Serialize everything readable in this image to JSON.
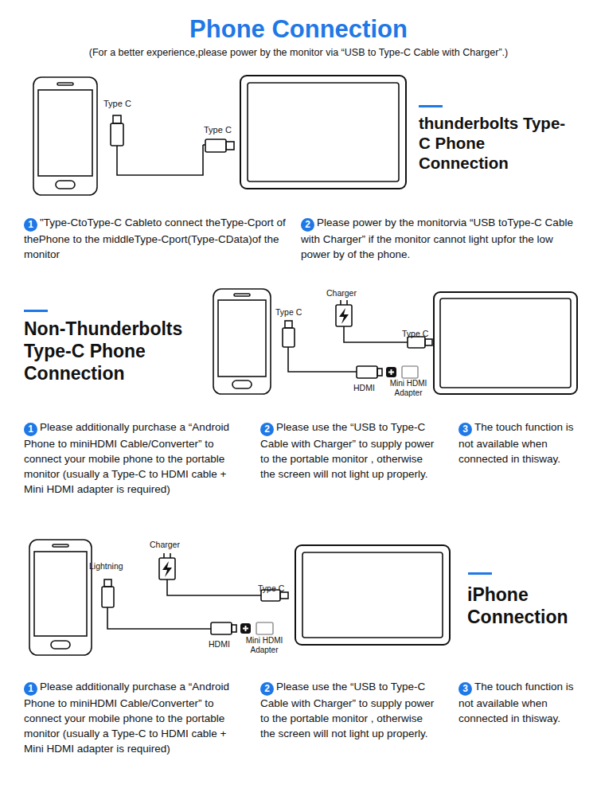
{
  "diagram": {
    "title": "Phone Connection",
    "nodes": [
      {
        "text": [
          "1",
          "\"Type-CtoType-C Cableto connect theType-Cport of thePhone to the middleType-Cport(Type-CData)of the monitor"
        ]
      },
      {
        "text": [
          "2",
          "Please power by the monitorvia “USB toType-C Cable with Charger” if the monitor cannot light upfor the low power by of the phone."
        ]
      },
      {
        "text": [
          "1",
          "Please additionally purchase a “Android Phone to miniHDMI Cable/Converter” to connect your mobile phone to the portable monitor (usually a Type-C to HDMI cable + Mini HDMI adapter is required)"
        ]
      },
      {
        "text": [
          "2",
          "Please use the “USB to Type-C Cable with Charger” to supply power to the portable monitor , otherwise the screen will not light up properly."
        ]
      },
      {
        "text": [
          "3",
          "The touch function is not available when connected in thisway."
        ]
      },
      {
        "text": [
          "1",
          "Please additionally purchase a “Android Phone to miniHDMI Cable/Converter” to connect your mobile phone to the portable monitor (usually a Type-C to HDMI cable + Mini HDMI adapter is required)"
        ]
      },
      {
        "text": [
          "2",
          "Please use the “USB to Type-C Cable with Charger” to supply power to the portable monitor , otherwise the screen will not light up properly."
        ]
      },
      {
        "text": [
          "3",
          "The touch function is not available when connected in thisway."
        ]
      }
    ],
    "labels": [
      "(For a better experience,please power by the monitor via “USB to Type-C Cable with Charger”.)",
      "thunderbolts Type-C Phone Connection",
      "Type C",
      "Type C",
      "Non-Thunderbolts Type-C Phone Connection",
      "Charger",
      "Type C",
      "Type C",
      "HDMI",
      "Mini HDMI Adapter",
      "iPhone Connection",
      "Charger",
      "Lightning",
      "Type C",
      "HDMI",
      "Mini HDMI Adapter"
    ]
  }
}
